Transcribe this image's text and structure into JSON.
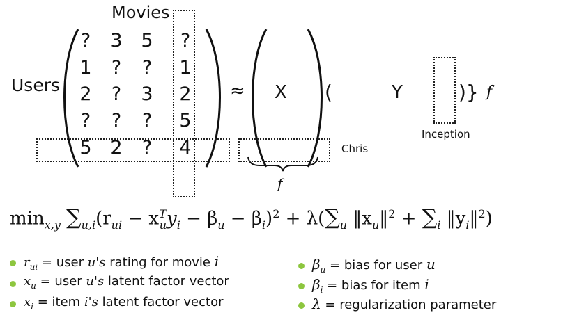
{
  "labels": {
    "movies": "Movies",
    "users": "Users",
    "approx": "≈",
    "X": "X",
    "open_paren": "(",
    "Y": "Y",
    "close_brace": ")}",
    "f_right": "f",
    "f_bottom": "f",
    "chris": "Chris",
    "inception": "Inception"
  },
  "matrix": [
    [
      "?",
      "3",
      "5",
      "?"
    ],
    [
      "1",
      "?",
      "?",
      "1"
    ],
    [
      "2",
      "?",
      "3",
      "2"
    ],
    [
      "?",
      "?",
      "?",
      "5"
    ],
    [
      "5",
      "2",
      "?",
      "4"
    ]
  ],
  "formula": {
    "min": "min",
    "min_sub": "x,y",
    "sum1_sub": "u,i",
    "body1": "(r",
    "r_sub": "ui",
    "minus_x": " − x",
    "x_sup": "T",
    "x_sub": "u",
    "y_term": "y",
    "y_sub": "i",
    "minus_b1": " − β",
    "b1_sub": "u",
    "minus_b2": " − β",
    "b2_sub": "i",
    "close_sq": ")",
    "sq": "2",
    "plus_lambda": " + λ(",
    "sum2_sub": "u",
    "norm1": " ‖x",
    "n1_sub": "u",
    "norm1_close": "‖",
    "sq2": "2",
    "plus2": " + ",
    "sum3_sub": "i",
    "norm2": " ‖y",
    "n2_sub": "i",
    "norm2_close": "‖",
    "sq3": "2",
    "end": ")"
  },
  "legend_left": [
    {
      "sym": "r",
      "sym_sub": "ui",
      "eq": " = user ",
      "var": "u's",
      "rest": " rating for movie ",
      "var2": "i"
    },
    {
      "sym": "x",
      "sym_sub": "u",
      "eq": " = user ",
      "var": "u's",
      "rest": " latent factor vector",
      "var2": ""
    },
    {
      "sym": "x",
      "sym_sub": "i",
      "eq": " = item ",
      "var": "i's",
      "rest": "  latent factor vector",
      "var2": ""
    }
  ],
  "legend_right": [
    {
      "sym": "β",
      "sym_sub": "u",
      "eq": " = bias for user ",
      "var2": "u"
    },
    {
      "sym": "β",
      "sym_sub": "i",
      "eq": " = bias for item ",
      "var2": "i"
    },
    {
      "sym": "λ",
      "sym_sub": "",
      "eq": "  = regularization parameter",
      "var2": ""
    }
  ],
  "colors": {
    "bullet": "#8dc63f",
    "text": "#111111"
  }
}
